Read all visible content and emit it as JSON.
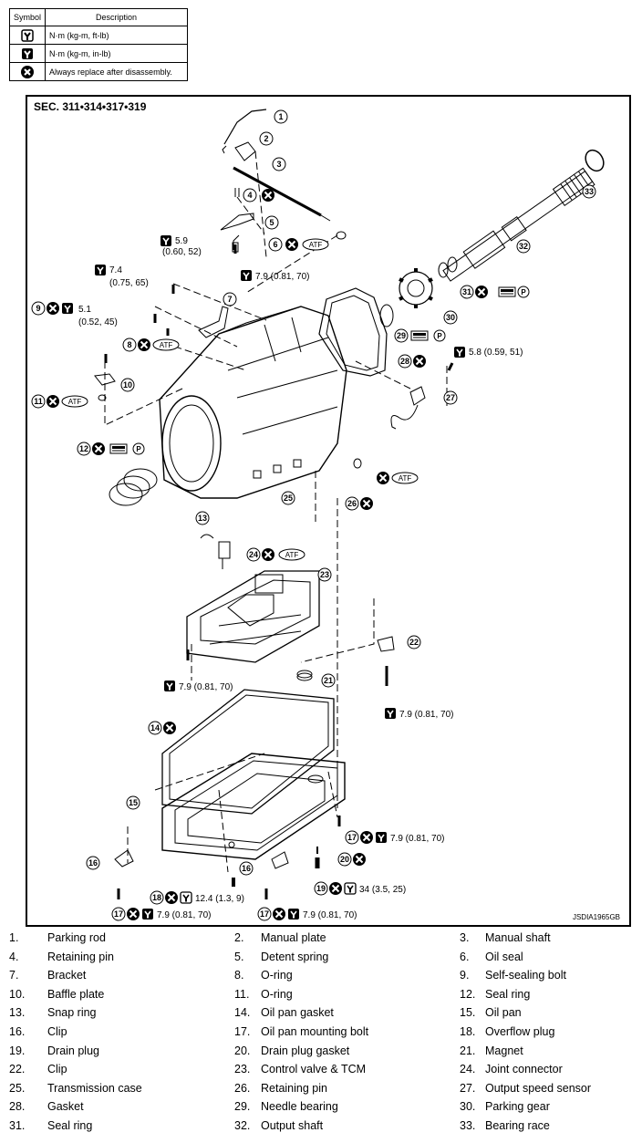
{
  "legend": {
    "header_symbol": "Symbol",
    "header_description": "Description",
    "rows": [
      {
        "icon": "torque-wrench-icon",
        "description": "N·m (kg-m, ft-lb)"
      },
      {
        "icon": "torque-wrench-inlb-icon",
        "description": "N·m (kg-m, in-lb)"
      },
      {
        "icon": "replace-x-icon",
        "description": "Always replace after disassembly."
      }
    ]
  },
  "diagram": {
    "section": "SEC. 311•314•317•319",
    "code": "JSDIA1965GB",
    "torques": {
      "t1": "5.9",
      "t1b": "(0.60, 52)",
      "t2": "7.9 (0.81, 70)",
      "t3": "7.4",
      "t3b": "(0.75, 65)",
      "t4": "5.1",
      "t4b": "(0.52, 45)",
      "t5": "5.8 (0.59, 51)",
      "t6": "7.9 (0.81, 70)",
      "t7": "7.9 (0.81, 70)",
      "t8": "7.9 (0.81, 70)",
      "t9": "34 (3.5, 25)",
      "t10": "12.4 (1.3, 9)",
      "t11": "7.9 (0.81, 70)",
      "t12": "7.9 (0.81, 70)"
    },
    "atf": "ATF",
    "p": "P"
  },
  "parts": [
    {
      "n": "1.",
      "name": "Parking rod"
    },
    {
      "n": "2.",
      "name": "Manual plate"
    },
    {
      "n": "3.",
      "name": "Manual shaft"
    },
    {
      "n": "4.",
      "name": "Retaining pin"
    },
    {
      "n": "5.",
      "name": "Detent spring"
    },
    {
      "n": "6.",
      "name": "Oil seal"
    },
    {
      "n": "7.",
      "name": "Bracket"
    },
    {
      "n": "8.",
      "name": "O-ring"
    },
    {
      "n": "9.",
      "name": "Self-sealing bolt"
    },
    {
      "n": "10.",
      "name": "Baffle plate"
    },
    {
      "n": "11.",
      "name": "O-ring"
    },
    {
      "n": "12.",
      "name": "Seal ring"
    },
    {
      "n": "13.",
      "name": "Snap ring"
    },
    {
      "n": "14.",
      "name": "Oil pan gasket"
    },
    {
      "n": "15.",
      "name": "Oil pan"
    },
    {
      "n": "16.",
      "name": "Clip"
    },
    {
      "n": "17.",
      "name": "Oil pan mounting bolt"
    },
    {
      "n": "18.",
      "name": "Overflow plug"
    },
    {
      "n": "19.",
      "name": "Drain plug"
    },
    {
      "n": "20.",
      "name": "Drain plug gasket"
    },
    {
      "n": "21.",
      "name": "Magnet"
    },
    {
      "n": "22.",
      "name": "Clip"
    },
    {
      "n": "23.",
      "name": "Control valve & TCM"
    },
    {
      "n": "24.",
      "name": "Joint connector"
    },
    {
      "n": "25.",
      "name": "Transmission case"
    },
    {
      "n": "26.",
      "name": "Retaining pin"
    },
    {
      "n": "27.",
      "name": "Output speed sensor"
    },
    {
      "n": "28.",
      "name": "Gasket"
    },
    {
      "n": "29.",
      "name": "Needle bearing"
    },
    {
      "n": "30.",
      "name": "Parking gear"
    },
    {
      "n": "31.",
      "name": "Seal ring"
    },
    {
      "n": "32.",
      "name": "Output shaft"
    },
    {
      "n": "33.",
      "name": "Bearing race"
    }
  ]
}
